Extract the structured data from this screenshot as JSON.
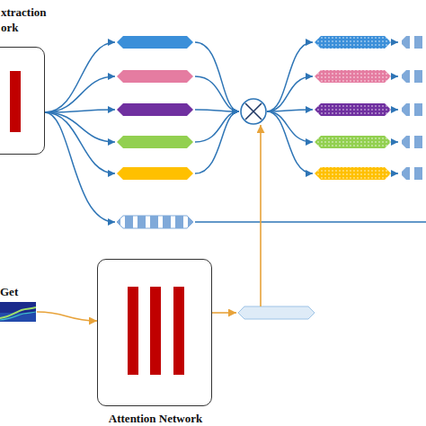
{
  "diagram": {
    "nodes": [
      {
        "text": [
          "xtraction ork"
        ]
      },
      {
        "text": [
          "Get"
        ]
      },
      {
        "text": [
          "Attention Network"
        ]
      }
    ],
    "edges": [
      {
        "from": 1,
        "to": 2,
        "arrow": "to"
      }
    ]
  }
}
